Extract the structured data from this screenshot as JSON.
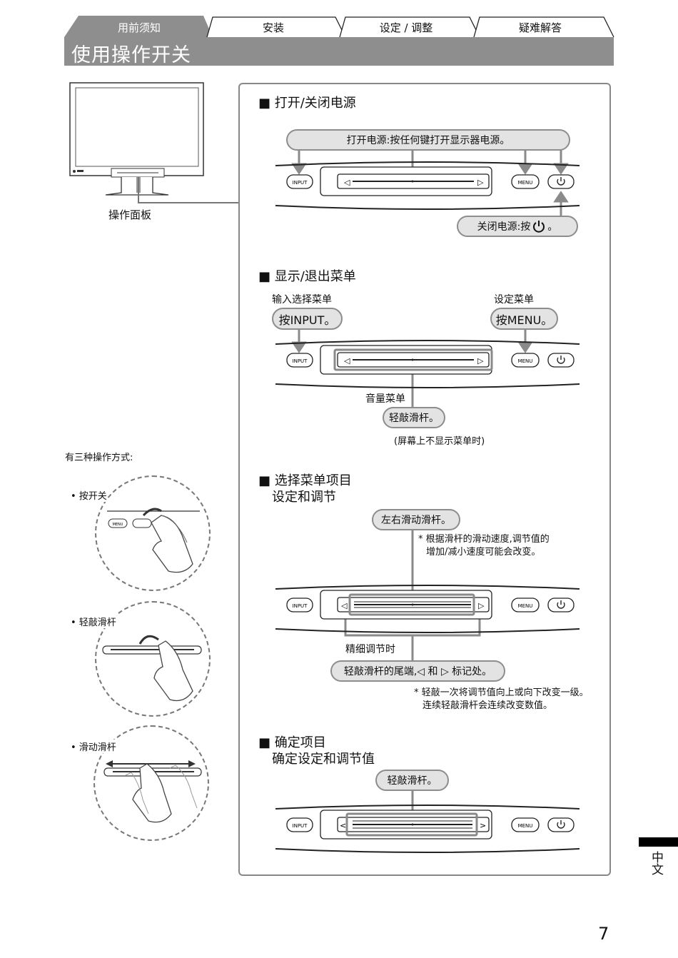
{
  "header": {
    "tabs": [
      {
        "label": "用前须知",
        "active": true
      },
      {
        "label": "安装",
        "active": false
      },
      {
        "label": "设定 / 调整",
        "active": false
      },
      {
        "label": "疑难解答",
        "active": false
      }
    ],
    "title": "使用操作开关"
  },
  "monitor": {
    "panel_label": "操作面板"
  },
  "methods": {
    "heading": "有三种操作方式:",
    "press_switch": "• 按开关",
    "tap_slider": "• 轻敲滑杆",
    "slide_slider": "• 滑动滑杆"
  },
  "buttons": {
    "input": "INPUT",
    "menu": "MENU",
    "left": "◁",
    "right": "▷",
    "left_alt": "<",
    "right_alt": ">"
  },
  "sections": {
    "power": {
      "title": "■ 打开/关闭电源",
      "on_text": "打开电源:按任何键打开显示器电源。",
      "off_text": "关闭电源:按",
      "off_suffix": "。"
    },
    "menu": {
      "title": "■ 显示/退出菜单",
      "input_label": "输入选择菜单",
      "input_pill": "按INPUT。",
      "setting_label": "设定菜单",
      "setting_pill": "按MENU。",
      "volume_label": "音量菜单",
      "volume_pill": "轻敲滑杆。",
      "volume_note": "(屏幕上不显示菜单时)"
    },
    "select": {
      "title_line1": "■ 选择菜单项目",
      "title_line2": "设定和调节",
      "slide_pill": "左右滑动滑杆。",
      "slide_note_line1": "* 根据滑杆的滑动速度,调节值的",
      "slide_note_line2": "增加/减小速度可能会改变。",
      "fine_label": "精细调节时",
      "fine_pill": "轻敲滑杆的尾端,◁ 和 ▷ 标记处。",
      "fine_note_line1": "* 轻敲一次将调节值向上或向下改变一级。",
      "fine_note_line2": "连续轻敲滑杆会连续改变数值。"
    },
    "confirm": {
      "title_line1": "■ 确定项目",
      "title_line2": "确定设定和调节值",
      "pill": "轻敲滑杆。"
    }
  },
  "footer": {
    "language": "中文",
    "page_number": "7"
  }
}
